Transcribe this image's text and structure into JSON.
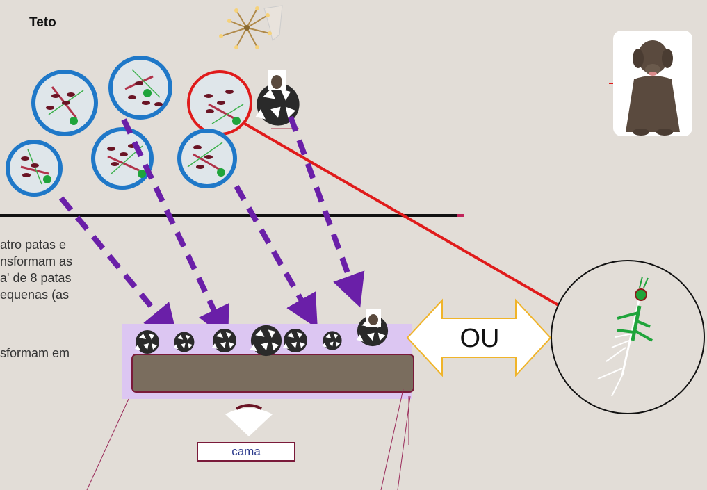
{
  "title": "Teto",
  "text_lines": [
    "atro  patas  e",
    "nsformam  as",
    "a' de 8 patas",
    "equenas   (as",
    "",
    "sformam   em"
  ],
  "ou_label": "OU",
  "bed_label": "cama",
  "icons": {
    "chandelier": "chandelier-icon",
    "dog": "dog-photo",
    "eye": "eye-icon",
    "mite_clusters": "mite-cluster-icon",
    "stick_figure": "mite-figure-icon"
  },
  "colors": {
    "background": "#e2ddd7",
    "circle_blue": "#1f78c8",
    "circle_red": "#e01b1b",
    "dashed_arrow": "#6a1fa8",
    "bed_surface": "#7a6d5e",
    "bed_zone": "#dcc6f2",
    "double_arrow": "#f0b429",
    "figure_green": "#1fa43b"
  }
}
